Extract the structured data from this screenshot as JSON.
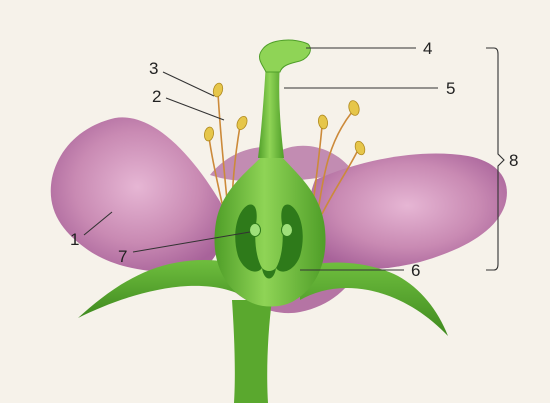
{
  "labels": {
    "l1": "1",
    "l2": "2",
    "l3": "3",
    "l4": "4",
    "l5": "5",
    "l6": "6",
    "l7": "7",
    "l8": "8"
  },
  "colors": {
    "background": "#f6f2ea",
    "petal": "#c98ab3",
    "petal_dark": "#a8639a",
    "pistil": "#7cc644",
    "pistil_dark": "#3f8a1f",
    "ovary_cavity": "#2e7a1a",
    "anther": "#e6c64a",
    "filament": "#cc8a3a",
    "sepal": "#5fae36",
    "leader_line": "#333333"
  }
}
